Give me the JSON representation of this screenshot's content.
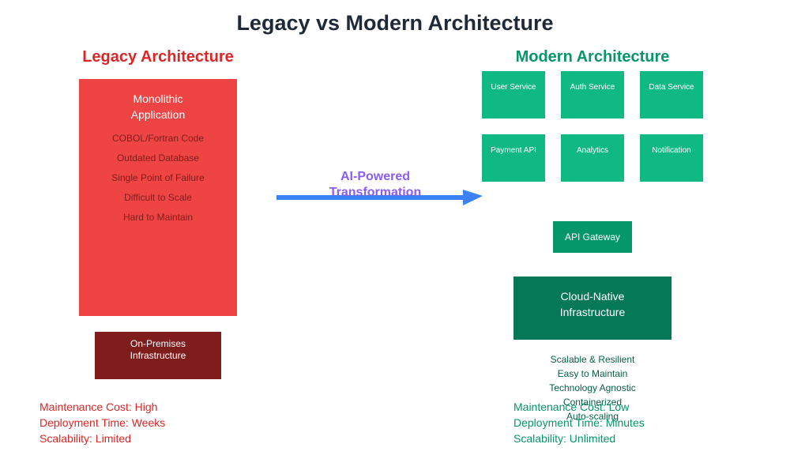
{
  "title": "Legacy vs Modern Architecture",
  "colors": {
    "legacy": "#dc2626",
    "legacy_box": "#ef4444",
    "legacy_dark": "#7f1d1d",
    "modern": "#059669",
    "modern_service": "#10b981",
    "modern_dark": "#047857",
    "arrow": "#3b82f6",
    "transform_text": "#8b5cf6"
  },
  "legacy": {
    "heading": "Legacy Architecture",
    "monolith": {
      "title_line1": "Monolithic",
      "title_line2": "Application",
      "items": [
        "COBOL/Fortran Code",
        "Outdated Database",
        "Single Point of Failure",
        "Difficult to Scale",
        "Hard to Maintain"
      ]
    },
    "infrastructure": {
      "line1": "On-Premises",
      "line2": "Infrastructure"
    },
    "metrics": [
      "Maintenance Cost: High",
      "Deployment Time: Weeks",
      "Scalability: Limited"
    ]
  },
  "transformation": {
    "line1": "AI-Powered",
    "line2": "Transformation"
  },
  "modern": {
    "heading": "Modern Architecture",
    "services": [
      "User Service",
      "Auth Service",
      "Data Service",
      "Payment API",
      "Analytics",
      "Notification"
    ],
    "gateway": "API Gateway",
    "infrastructure": {
      "line1": "Cloud-Native",
      "line2": "Infrastructure"
    },
    "benefits": [
      "Scalable & Resilient",
      "Easy to Maintain",
      "Technology Agnostic",
      "Containerized",
      "Auto-scaling"
    ],
    "metrics": [
      "Maintenance Cost: Low",
      "Deployment Time: Minutes",
      "Scalability: Unlimited"
    ]
  }
}
